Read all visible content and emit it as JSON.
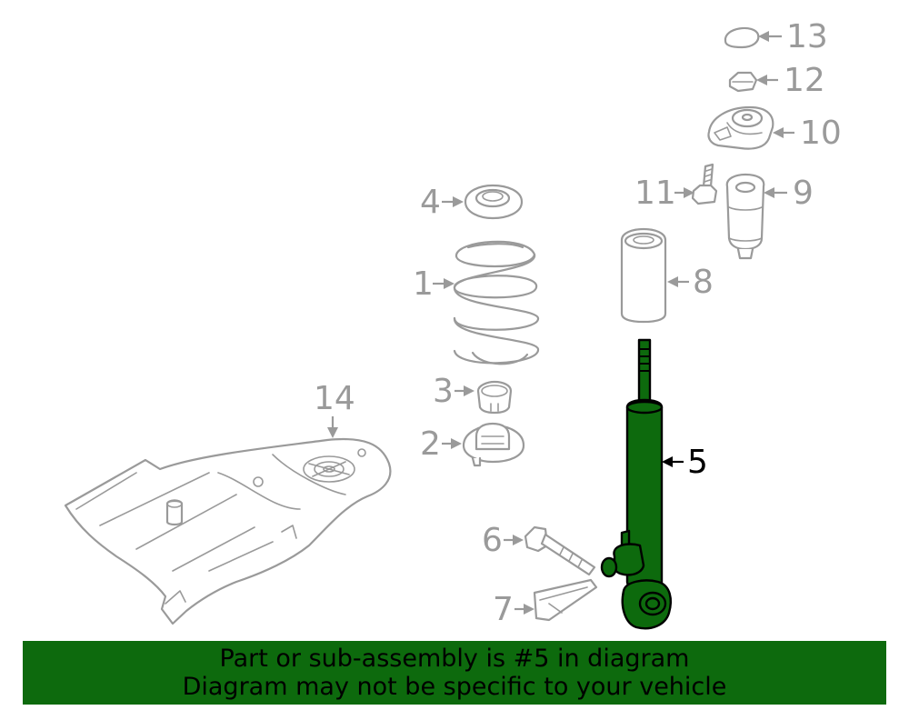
{
  "callouts": {
    "c1": "1",
    "c2": "2",
    "c3": "3",
    "c4": "4",
    "c5": "5",
    "c6": "6",
    "c7": "7",
    "c8": "8",
    "c9": "9",
    "c10": "10",
    "c11": "11",
    "c12": "12",
    "c13": "13",
    "c14": "14"
  },
  "highlighted_part": "5",
  "colors": {
    "highlight": "#0d6a0d",
    "line": "#9a9a9a",
    "banner": "#0d6a0d"
  },
  "banner": {
    "line1": "Part or sub-assembly is #5 in diagram",
    "line2": "Diagram may not be specific to your vehicle"
  }
}
